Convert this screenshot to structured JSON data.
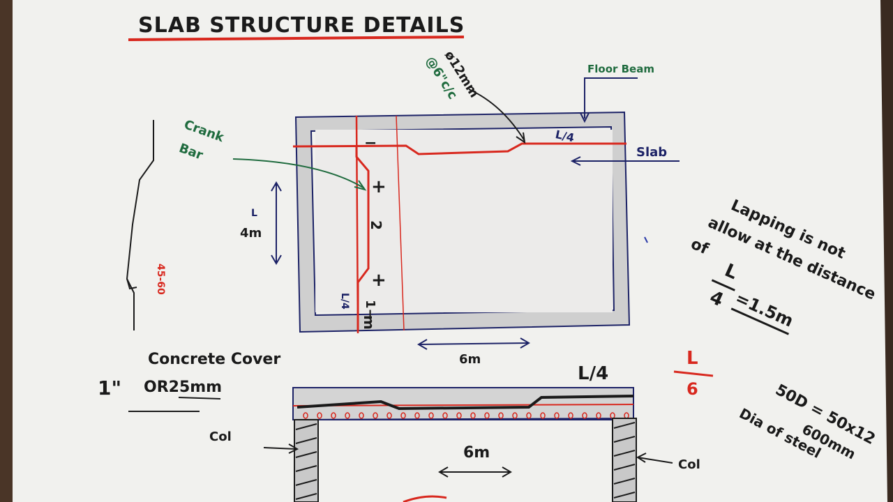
{
  "title": "SLAB STRUCTURE DETAILS",
  "labels": {
    "floor_beam": "Floor Beam",
    "slab": "Slab",
    "crank_bar_1": "Crank",
    "crank_bar_2": "Bar",
    "bar_spec_1": "ø12mm",
    "bar_spec_2": "@6\"c/c",
    "l4_top": "L/4",
    "l4_left": "L/4",
    "l4_section": "L/4",
    "minus_top": "−",
    "plus_1": "+",
    "plus_2": "+",
    "sign_2": "2",
    "sign_minus_bottom": "1−",
    "sign_m": "m",
    "dim_4m": "4m",
    "dim_l_small": "L",
    "dim_6m_plan": "6m",
    "dim_6m_section": "6m",
    "side_value": "45-60",
    "concrete_cover": "Concrete Cover",
    "cover_value_1": "1\"",
    "cover_value_2": "OR25mm",
    "col_left": "Col",
    "col_right": "Col"
  },
  "notes": {
    "lap_1": "Lapping is not",
    "lap_2": "allow at the distance",
    "lap_3": "of",
    "lap_L": "L",
    "lap_4": "4",
    "lap_result": "=1.5m",
    "frac_L": "L",
    "frac_6": "6",
    "d50": "50D = 50x12",
    "d600": "600mm",
    "dia": "Dia of steel"
  },
  "colors": {
    "paper": "#f1f1ee",
    "ink_blue": "#1c2266",
    "ink_red": "#d8281e",
    "ink_green": "#1f6b3e",
    "ink_black": "#1a1a1a",
    "pencil": "#b5b5b5"
  }
}
